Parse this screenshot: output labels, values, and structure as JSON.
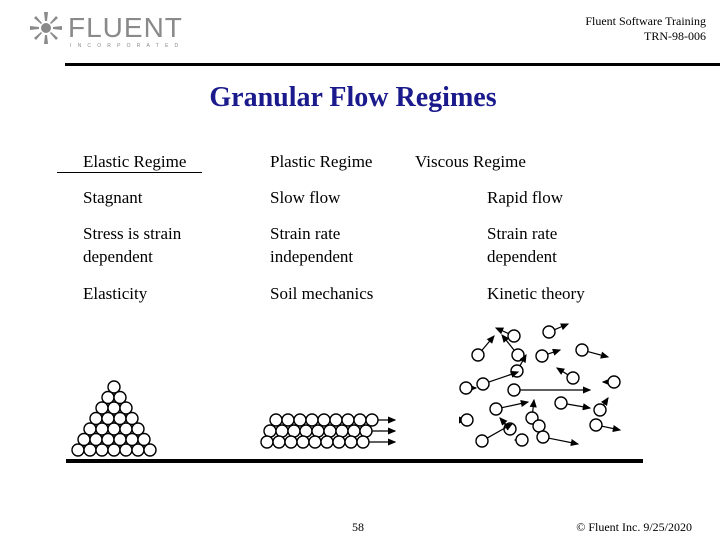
{
  "header": {
    "logo_text": "FLUENT",
    "logo_subtext": "INCORPORATED",
    "course_line1": "Fluent Software Training",
    "course_line2": "TRN-98-006"
  },
  "title": "Granular Flow Regimes",
  "table": {
    "columns": [
      "Elastic Regime",
      "Plastic Regime",
      "Viscous Regime"
    ],
    "rows": [
      [
        "Stagnant",
        "Slow flow",
        "Rapid flow"
      ],
      [
        "Stress is strain dependent",
        "Strain rate independent",
        "Strain rate dependent"
      ],
      [
        "Elasticity",
        "Soil mechanics",
        "Kinetic theory"
      ]
    ]
  },
  "footer": {
    "page_number": "58",
    "copyright": "© Fluent Inc. 9/25/2020"
  },
  "colors": {
    "title": "#1a1a8c",
    "logo": "#8a8a8a"
  }
}
